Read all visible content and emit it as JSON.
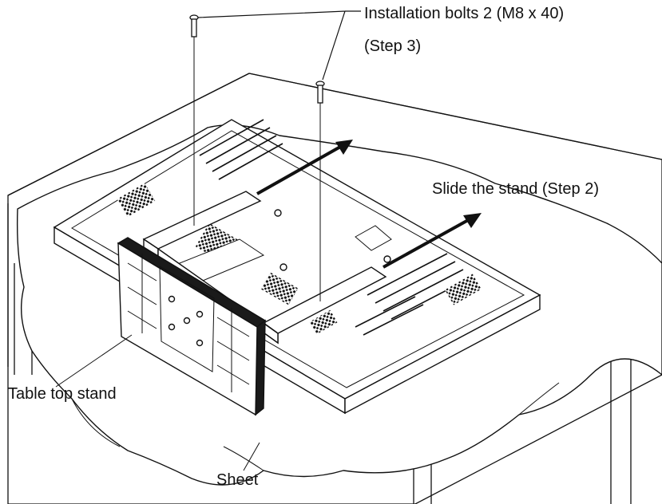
{
  "labels": {
    "bolts_line1": "Installation bolts 2 (M8 x 40)",
    "bolts_line2": "(Step 3)",
    "slide": "Slide the stand (Step 2)",
    "stand": "Table top stand",
    "sheet": "Sheet"
  },
  "colors": {
    "line": "#111111",
    "paper": "#ffffff",
    "fill_light": "#f2f2f2",
    "fill_dark": "#1a1a1a"
  },
  "icons": {
    "bolt": "bolt-icon",
    "arrow": "slide-arrow-icon"
  }
}
